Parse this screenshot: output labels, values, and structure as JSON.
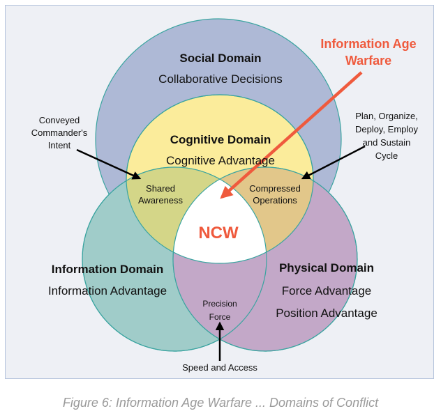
{
  "colors": {
    "frame_bg": "#eef0f5",
    "social": "#aeb9d6",
    "cognitive": "#fbec9b",
    "information": "#a0ccc9",
    "physical": "#c3a8c8",
    "shared_awareness": "#d4d688",
    "compressed_operations": "#e2c78a",
    "ncw": "#ffffff",
    "outline": "#3aa4a0",
    "accent": "#ef5a3d"
  },
  "domains": {
    "social": {
      "title": "Social Domain",
      "subtitle": "Collaborative Decisions"
    },
    "cognitive": {
      "title": "Cognitive Domain",
      "subtitle": "Cognitive Advantage"
    },
    "information": {
      "title": "Information Domain",
      "subtitle": "Information Advantage"
    },
    "physical": {
      "title": "Physical Domain",
      "subtitle1": "Force Advantage",
      "subtitle2": "Position Advantage"
    }
  },
  "intersections": {
    "shared_awareness": [
      "Shared",
      "Awareness"
    ],
    "compressed_operations": [
      "Compressed",
      "Operations"
    ],
    "precision_force": [
      "Precision",
      "Force"
    ],
    "center": "NCW"
  },
  "annotations": {
    "information_age_warfare": [
      "Information Age",
      "Warfare"
    ],
    "commanders_intent": [
      "Conveyed",
      "Commander's",
      "Intent"
    ],
    "plan_cycle": [
      "Plan, Organize,",
      "Deploy, Employ",
      "and Sustain",
      "Cycle"
    ],
    "speed_access": "Speed and Access"
  },
  "caption": "Figure 6: Information Age Warfare ... Domains of Conflict"
}
